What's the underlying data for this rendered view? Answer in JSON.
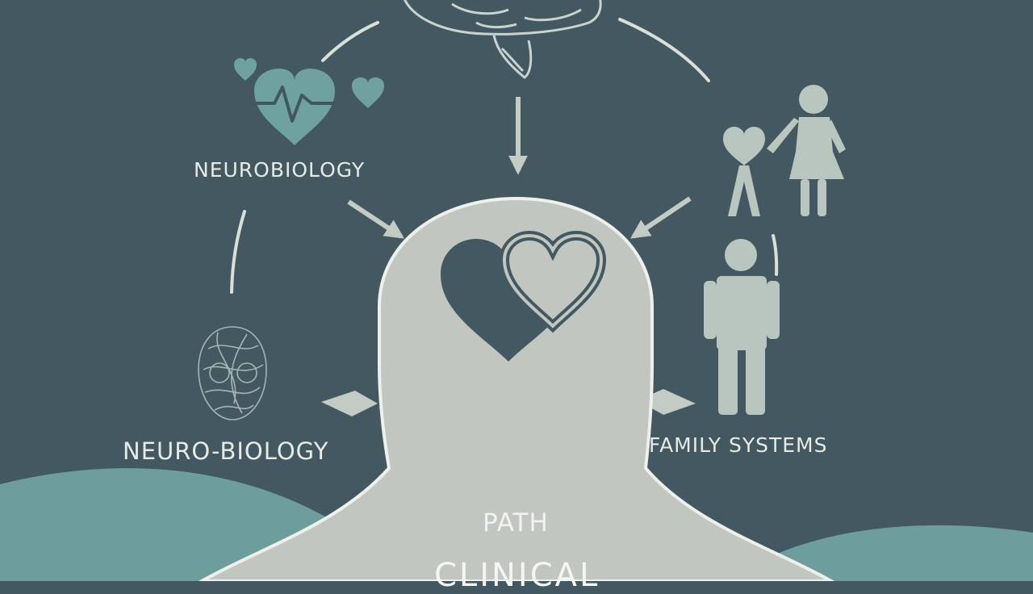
{
  "labels": {
    "neurobiology": "NEUROBIOLOGY",
    "neuro_biology": "NEURO-BIOLOGY",
    "family_systems": "FAMILY SYSTEMS",
    "path": "PATH",
    "clinical": "CLINICAL"
  },
  "icons": [
    "brain-icon",
    "heartbeat-heart-icon",
    "small-heart-icon",
    "tangled-head-icon",
    "adult-child-heart-icon",
    "person-icon",
    "double-heart-icon"
  ],
  "colors": {
    "background": "#435860",
    "teal": "#6e9e9c",
    "body_silhouette": "#c2c6c0",
    "light_figure": "#b9c6bf",
    "text": "#e6ebe6"
  }
}
